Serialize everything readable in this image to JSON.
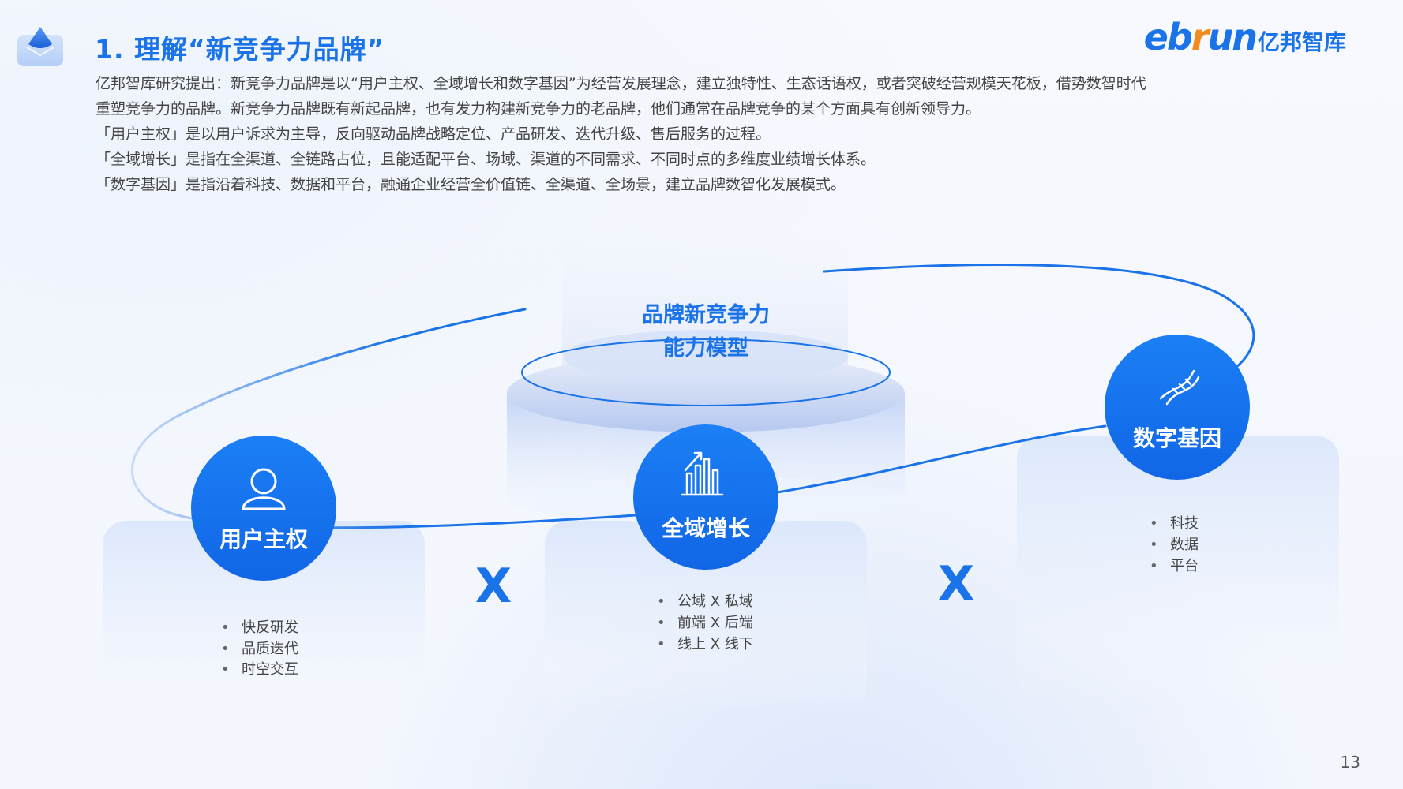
{
  "header": {
    "title": "1. 理解“新竞争力品牌”",
    "brand_en": "ebrun",
    "brand_cn": "亿邦智库"
  },
  "intro": [
    "亿邦智库研究提出：新竞争力品牌是以“用户主权、全域增长和数字基因”为经营发展理念，建立独特性、生态话语权，或者突破经营规模天花板，借势数智时代",
    "重塑竞争力的品牌。新竞争力品牌既有新起品牌，也有发力构建新竞争力的老品牌，他们通常在品牌竞争的某个方面具有创新领导力。",
    "「用户主权」是以用户诉求为主导，反向驱动品牌战略定位、产品研发、迭代升级、售后服务的过程。",
    "「全域增长」是指在全渠道、全链路占位，且能适配平台、场域、渠道的不同需求、不同时点的多维度业绩增长体系。",
    "「数字基因」是指沿着科技、数据和平台，融通企业经营全价值链、全渠道、全场景，建立品牌数智化发展模式。"
  ],
  "model": {
    "title_line1": "品牌新竞争力",
    "title_line2": "能力模型",
    "operator": "X",
    "pillars": [
      {
        "name": "用户主权",
        "icon": "user-icon",
        "points": [
          "快反研发",
          "品质迭代",
          "时空交互"
        ]
      },
      {
        "name": "全域增长",
        "icon": "growth-chart-icon",
        "points": [
          "公域 X 私域",
          "前端 X 后端",
          "线上 X 线下"
        ]
      },
      {
        "name": "数字基因",
        "icon": "dna-icon",
        "points": [
          "科技",
          "数据",
          "平台"
        ]
      }
    ]
  },
  "colors": {
    "accent": "#1a73e8",
    "circle": "#1677f2",
    "brand_orange": "#f08c1e"
  },
  "page_number": "13"
}
